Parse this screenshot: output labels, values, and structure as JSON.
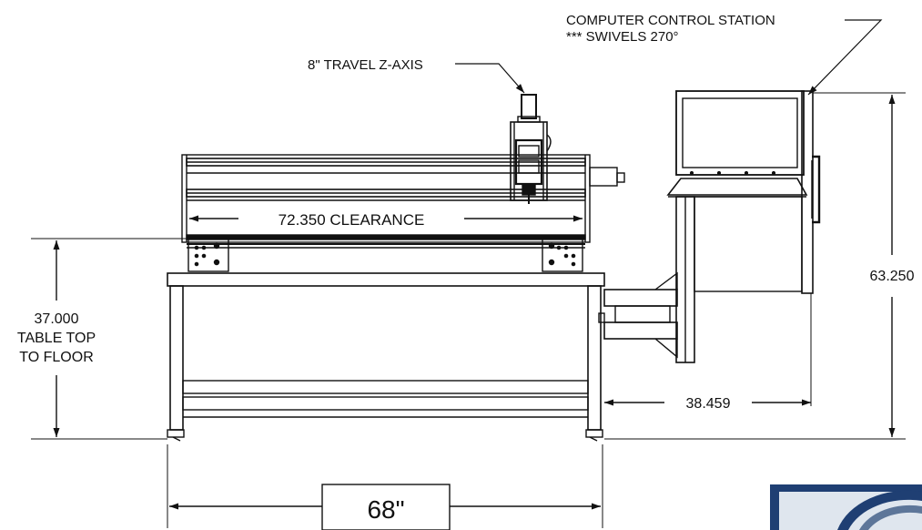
{
  "labels": {
    "station_line1": "COMPUTER CONTROL STATION",
    "station_line2": "*** SWIVELS 270°",
    "z_axis": "8\" TRAVEL Z-AXIS",
    "clearance": "72.350 CLEARANCE",
    "table_height_value": "37.000",
    "table_height_line2": "TABLE TOP",
    "table_height_line3": "TO FLOOR",
    "station_height": "63.250",
    "station_reach": "38.459",
    "overall_width": "68\""
  },
  "colors": {
    "line": "#111111",
    "badge_blue": "#1f3f73"
  }
}
